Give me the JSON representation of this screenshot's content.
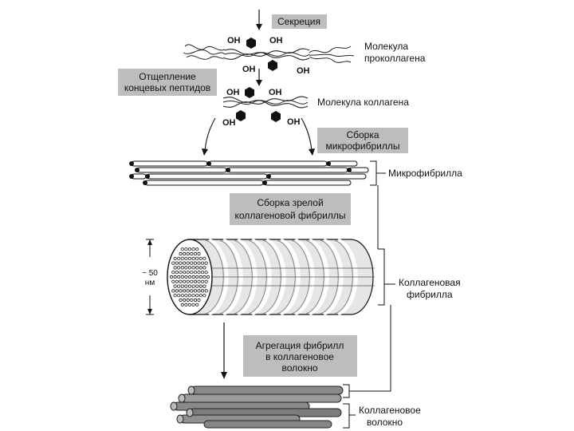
{
  "steps": {
    "secretion": "Секреция",
    "cleavage": [
      "Отщепление",
      "концевых пептидов"
    ],
    "microfibril_assembly": [
      "Сборка",
      "микрофибриллы"
    ],
    "mature_fibril_assembly": [
      "Сборка зрелой",
      "коллагеновой фибриллы"
    ],
    "aggregation": [
      "Агрегация фибрилл",
      "в коллагеновое",
      "волокно"
    ]
  },
  "labels": {
    "procollagen": [
      "Молекула",
      "проколлагена"
    ],
    "collagen_molecule": "Молекула коллагена",
    "microfibril": "Микрофибрилла",
    "collagen_fibril": [
      "Коллагеновая",
      "фибрилла"
    ],
    "collagen_fiber": [
      "Коллагеновое",
      "волокно"
    ],
    "hydroxyl": "OH",
    "scale_value": "~ 50",
    "scale_unit": "нм"
  },
  "colors": {
    "step_box": "#bdbdbd",
    "ink": "#111111",
    "cylinder": "#e6e6e6",
    "fiber_rod": "#8a8a8a"
  }
}
